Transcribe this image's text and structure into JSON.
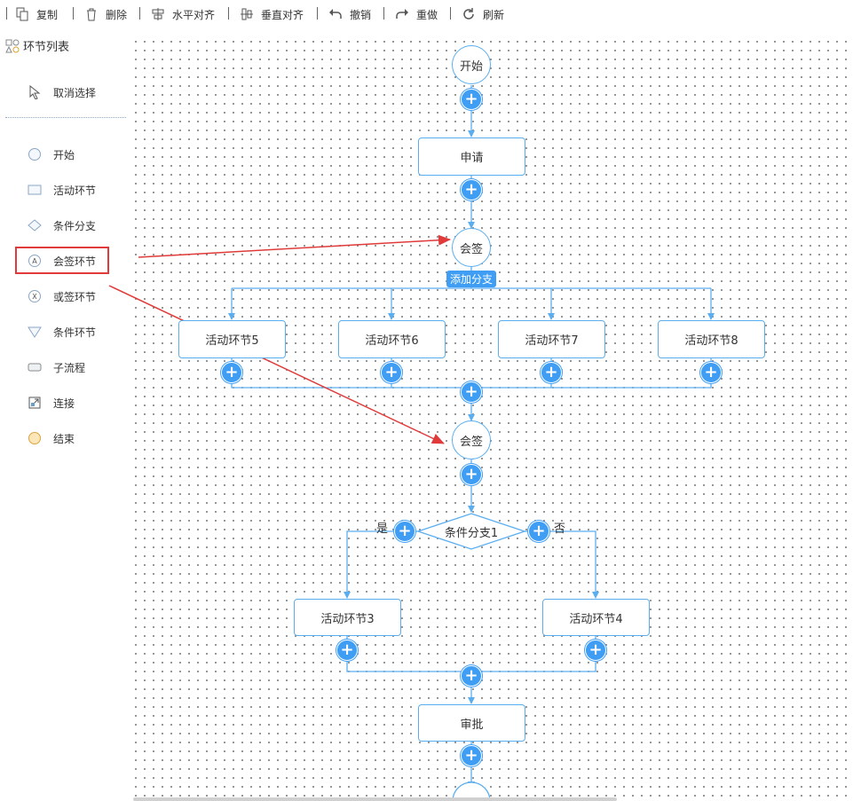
{
  "toolbar": {
    "copy": "复制",
    "delete": "删除",
    "align_horizontal": "水平对齐",
    "align_vertical": "垂直对齐",
    "undo": "撤销",
    "redo": "重做",
    "refresh": "刷新"
  },
  "sidebar": {
    "title": "环节列表",
    "deselect": "取消选择",
    "items": [
      {
        "label": "开始",
        "icon": "circle-icon"
      },
      {
        "label": "活动环节",
        "icon": "rectangle-icon"
      },
      {
        "label": "条件分支",
        "icon": "diamond-icon"
      },
      {
        "label": "会签环节",
        "icon": "countersign-icon"
      },
      {
        "label": "或签环节",
        "icon": "or-sign-icon"
      },
      {
        "label": "条件环节",
        "icon": "triangle-icon"
      },
      {
        "label": "子流程",
        "icon": "subprocess-icon"
      },
      {
        "label": "连接",
        "icon": "connect-icon"
      },
      {
        "label": "结束",
        "icon": "end-circle-icon"
      }
    ]
  },
  "flow": {
    "start": "开始",
    "apply": "申请",
    "countersign1": "会签",
    "add_branch": "添加分支",
    "activity5": "活动环节5",
    "activity6": "活动环节6",
    "activity7": "活动环节7",
    "activity8": "活动环节8",
    "countersign2": "会签",
    "condition": "条件分支1",
    "yes": "是",
    "no": "否",
    "activity3": "活动环节3",
    "activity4": "活动环节4",
    "approve": "审批",
    "plus": "+"
  },
  "colors": {
    "accent": "#3f9ef4",
    "node_border": "#5aaef0",
    "highlight": "#e03a3a"
  }
}
